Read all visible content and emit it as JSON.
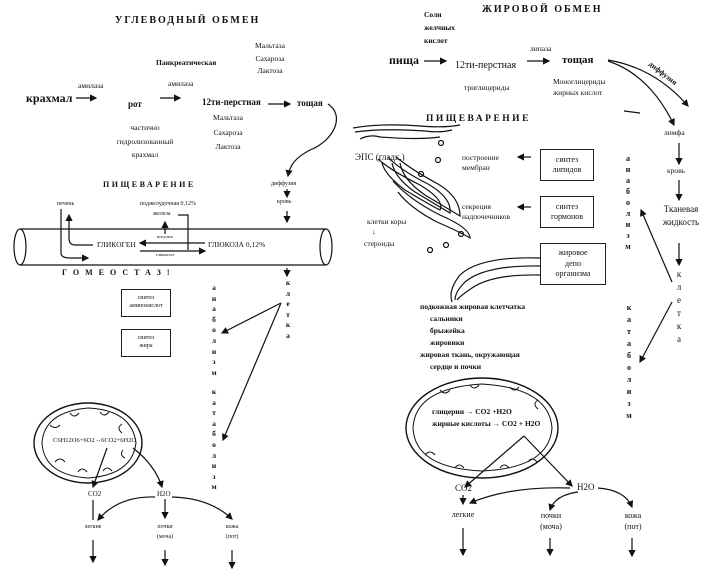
{
  "left": {
    "title": "УГЛЕВОДНЫЙ ОБМЕН",
    "chain": {
      "starch": "крахмал",
      "enzyme1": "амилаза",
      "mouth": "рот",
      "partial": [
        "частично",
        "гидролизованный",
        "крахмал"
      ],
      "enzyme2_line1": "Панкреатическая",
      "enzyme2_line2": "амилаза",
      "duodenum": "12ти-перстная",
      "duodenum_enzymes": [
        "Мальтаза",
        "Сахароза",
        "Лактоза"
      ],
      "top_enzymes": [
        "Мальтаза",
        "Сахароза",
        "Лактоза"
      ],
      "jejunum": "тощая"
    },
    "digestion_label": "ПИЩЕВАРЕНИЕ",
    "diffusion": "диффузия",
    "blood": "кровь",
    "liver": "печень",
    "pancreas_line1": "поджелудочная",
    "pancreas_pct": "0,12%",
    "pancreas_line2": "железа",
    "insulin": "инсулин",
    "glucagon": "глюкагон",
    "glycogen": "ГЛИКОГЕН",
    "glucose": "ГЛЮКОЗА 0,12%",
    "homeostasis": "ГОМЕОСТАЗ!",
    "cell_vertical": "клетка",
    "anabolism_vertical": "анаболизм",
    "catabolism_vertical": "катаболизм",
    "box_amino": [
      "синтез",
      "аминокислот"
    ],
    "box_fat": [
      "синтез",
      "жира"
    ],
    "mito_equation": "C6H12O6+6O2→6CO2+6H2O",
    "co2": "CO2",
    "h2o": "H2O",
    "outputs": [
      {
        "organ": "легкие",
        "product": ""
      },
      {
        "organ": "почки",
        "product": "(моча)"
      },
      {
        "organ": "кожа",
        "product": "(пот)"
      }
    ]
  },
  "right": {
    "title": "ЖИРОВОЙ ОБМЕН",
    "chain": {
      "food": "пища",
      "bile": [
        "Соли",
        "желчных",
        "кислот"
      ],
      "duodenum": "12ти-перстная",
      "triglycerides": "триглицериды",
      "lipase": "липаза",
      "jejunum": "тощая",
      "products": [
        "Моноглицериды",
        "жирных кислот"
      ]
    },
    "diffusion": "диффузия",
    "lymph": "лимфа",
    "blood": "кровь",
    "tissue_fluid": [
      "Тканевая",
      "жидкость"
    ],
    "cell_vertical": "клетка",
    "digestion_label": "ПИЩЕВАРЕНИЕ",
    "eps": "ЭПС (гладк.)",
    "cortex_cells": "клетки коры",
    "steroids": "стероиды",
    "membranes": [
      "построение",
      "мембран"
    ],
    "secretion": [
      "секреция",
      "надпочечников"
    ],
    "box_lipids": [
      "синтез",
      "липидов"
    ],
    "box_hormones": [
      "синтез",
      "гормонов"
    ],
    "box_depot": [
      "жировое",
      "депо",
      "организма"
    ],
    "anabolism_vertical": "анаболизм",
    "catabolism_vertical": "катаболизм",
    "depot_list": [
      "подкожная жировая клетчатка",
      "сальники",
      "брыжейка",
      "жировики",
      "жировая ткань, окружающая",
      "сердце и почки"
    ],
    "mito_eq1": "глицерин → CO2 +H2O",
    "mito_eq2": "жирные кислоты → CO2 + H2O",
    "co2": "CO2",
    "h2o": "H2O",
    "outputs": [
      {
        "organ": "легкие",
        "product": ""
      },
      {
        "organ": "почки",
        "product": "(моча)"
      },
      {
        "organ": "кожа",
        "product": "(пот)"
      }
    ]
  }
}
